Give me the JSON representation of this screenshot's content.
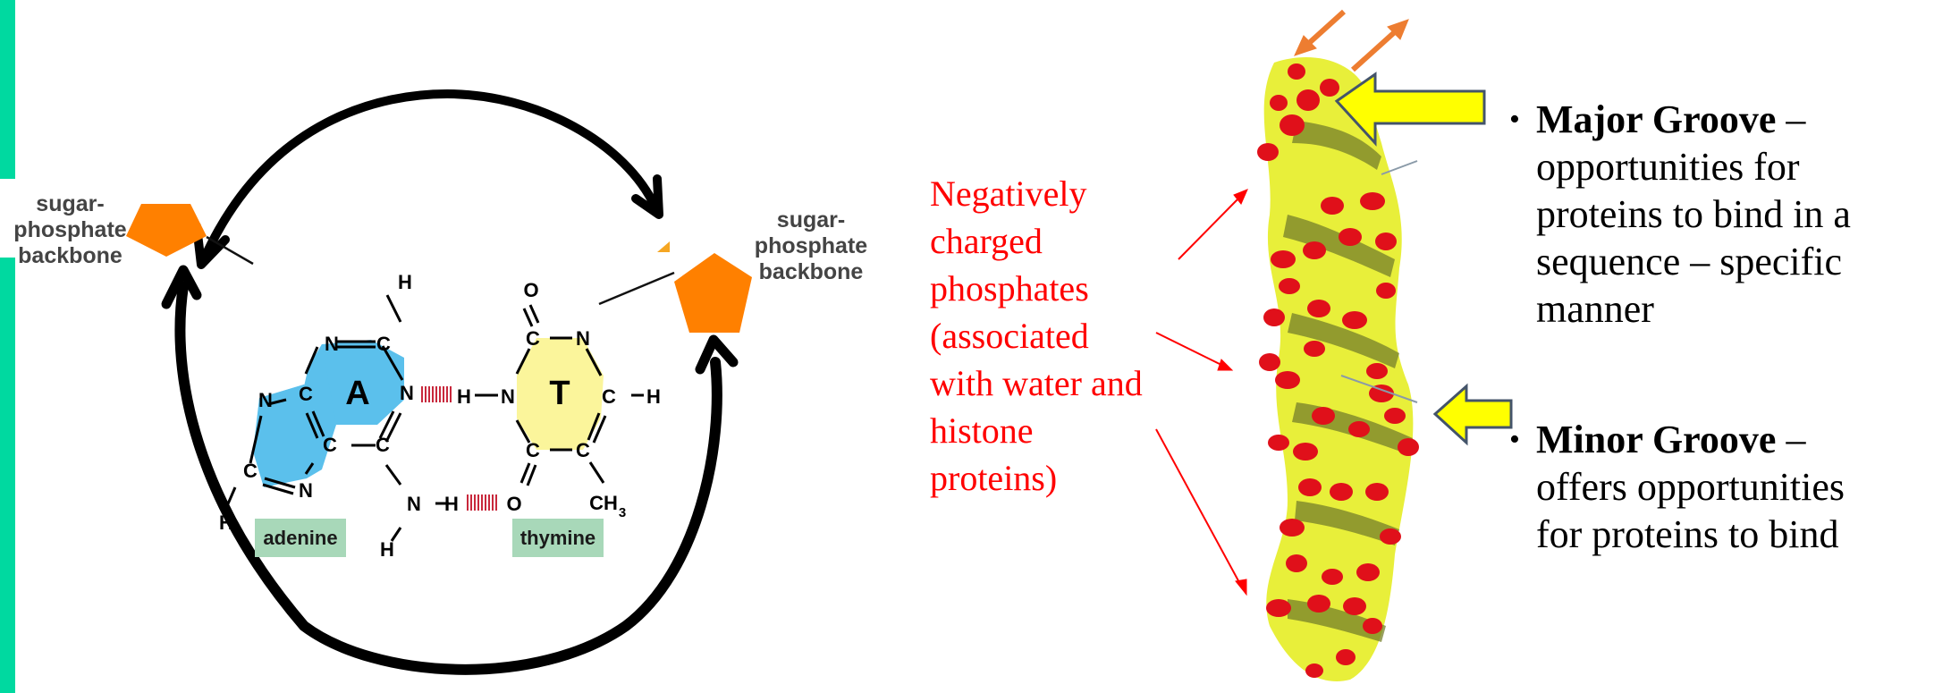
{
  "left_diagram": {
    "backbone_left_label": [
      "sugar-",
      "phosphate",
      "backbone"
    ],
    "backbone_right_label": [
      "sugar-",
      "phosphate",
      "backbone"
    ],
    "adenine": {
      "ring_letter": "A",
      "label": "adenine",
      "color": "#5bc0ec"
    },
    "thymine": {
      "ring_letter": "T",
      "label": "thymine",
      "color": "#fbf59b"
    },
    "atoms": {
      "N": "N",
      "C": "C",
      "H": "H",
      "O": "O",
      "CH3": "CH",
      "sub3": "3"
    },
    "label_bg_color": "#a8d8b9",
    "pentagon_color": "#ff8000",
    "hbond_color": "#c8283c"
  },
  "note": {
    "lines": [
      "Negatively",
      "charged",
      "phosphates",
      "(associated",
      "with water and",
      "histone",
      "proteins)"
    ],
    "color": "#ff0000"
  },
  "grooves": [
    {
      "title": "Major Groove",
      "dash": " –",
      "lines": [
        "opportunities for",
        "proteins to bind in a",
        "sequence – specific",
        "manner"
      ]
    },
    {
      "title": "Minor Groove",
      "dash": " –",
      "lines": [
        "offers opportunities",
        "for proteins to bind"
      ]
    }
  ],
  "colors": {
    "teal": "#00d9a0",
    "arrow_yellow": "#ffff00",
    "arrow_outline": "#44546a",
    "orange_arrow": "#ed7d31",
    "helix_yellow": "#e8ef3a",
    "helix_red": "#e0101a"
  }
}
